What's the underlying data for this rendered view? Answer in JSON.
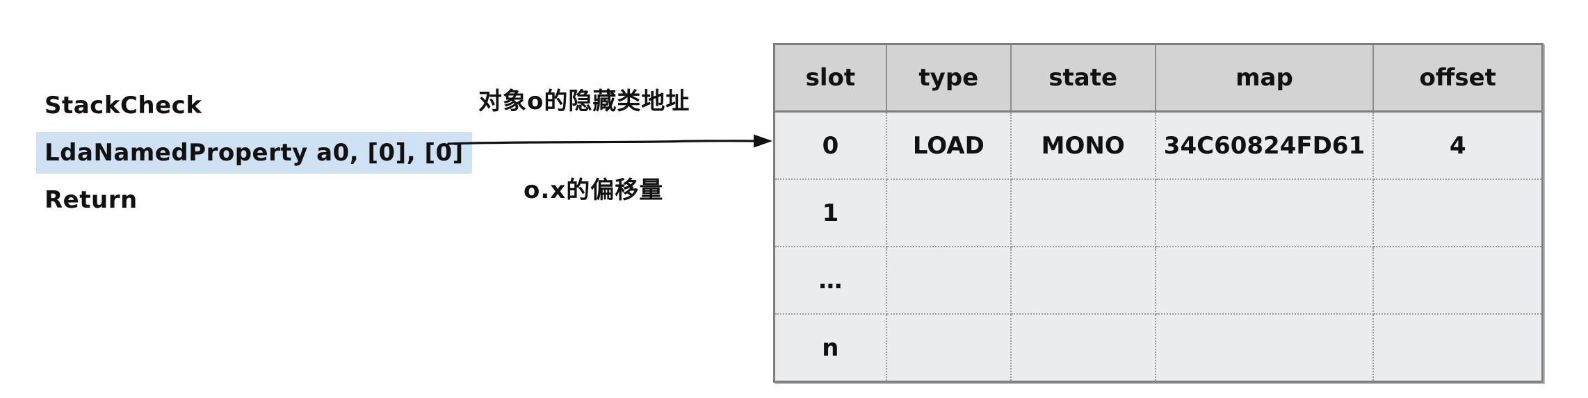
{
  "page": {
    "background_color": "#ffffff"
  },
  "bytecode": {
    "highlight_color": "#cfe2f3",
    "lines": [
      {
        "text": "StackCheck",
        "highlighted": false
      },
      {
        "text": "LdaNamedProperty a0, [0], [0]",
        "highlighted": true
      },
      {
        "text": "Return",
        "highlighted": false
      }
    ]
  },
  "annotations": {
    "top_label": "对象o的隐藏类地址",
    "bottom_label": "o.x的偏移量"
  },
  "arrow": {
    "color": "#111111",
    "direction": "right"
  },
  "feedback_table": {
    "header_bg": "#d3d3d4",
    "body_bg": "#ebecee",
    "headers": [
      "slot",
      "type",
      "state",
      "map",
      "offset"
    ],
    "rows": [
      [
        "0",
        "LOAD",
        "MONO",
        "34C60824FD61",
        "4"
      ],
      [
        "1",
        "",
        "",
        "",
        ""
      ],
      [
        "…",
        "",
        "",
        "",
        ""
      ],
      [
        "n",
        "",
        "",
        "",
        ""
      ]
    ]
  }
}
